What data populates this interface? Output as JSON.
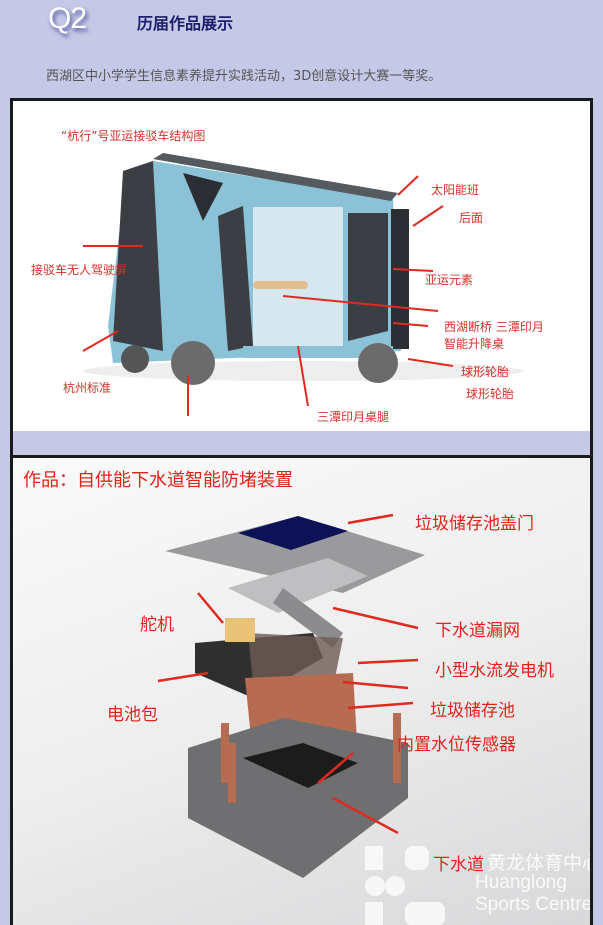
{
  "header": {
    "badge": "Q2",
    "title": "历届作品展示",
    "description": "西湖区中小学学生信息素养提升实践活动，3D创意设计大赛一等奖。"
  },
  "image1": {
    "title": "“杭行”号亚运接驳车结构图",
    "labels": [
      "太阳能班",
      "后面",
      "接驳车无人驾驶屏",
      "亚运元素",
      "西湖断桥 三潭印月",
      "智能升降桌",
      "球形轮胎",
      "球形轮胎",
      "杭州标准",
      "三潭印月桌腿"
    ]
  },
  "image2": {
    "title": "作品：自供能下水道智能防堵装置",
    "labels": [
      "垃圾储存池盖门",
      "舵机",
      "下水道漏网",
      "小型水流发电机",
      "电池包",
      "垃圾储存池",
      "内置水位传感器",
      "下水道"
    ],
    "watermark": {
      "cn": "黄龙体育中心",
      "en1": "Huanglong",
      "en2": "Sports Centre"
    }
  },
  "colors": {
    "background": "#c5c8e6",
    "label_red": "#e0231b",
    "bus_blue": "#8cc2d8"
  }
}
